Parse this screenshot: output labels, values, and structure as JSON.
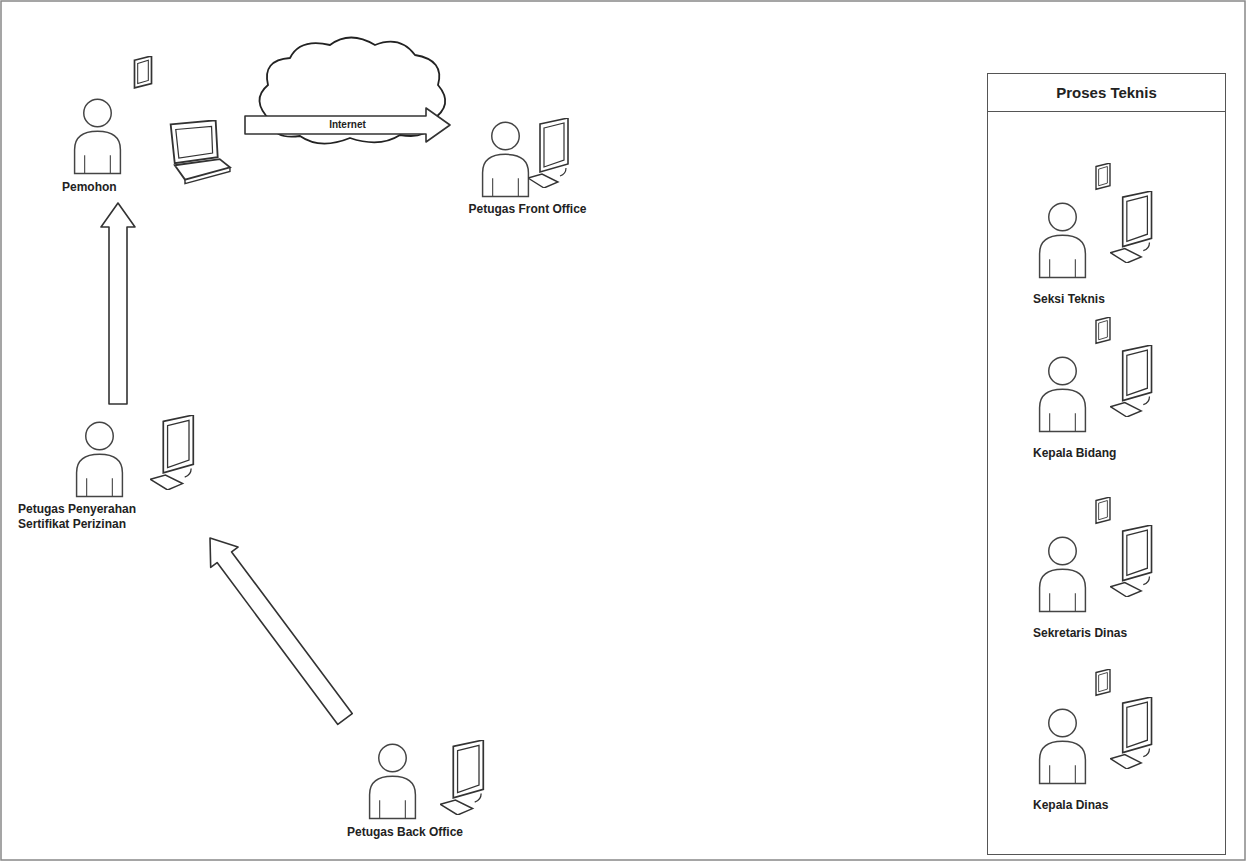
{
  "diagram": {
    "nodes": [
      {
        "text": [
          "Pemohon"
        ]
      },
      {
        "text": [
          "Petugas Front Office"
        ]
      },
      {
        "text": [
          "Petugas Penyerahan Sertifikat Perizinan"
        ]
      },
      {
        "text": [
          "Petugas Back Office"
        ]
      },
      {
        "text": [
          "Proses Teknis"
        ]
      },
      {
        "text": [
          "Seksi Teknis"
        ],
        "in": 4
      },
      {
        "text": [
          "Kepala Bidang"
        ],
        "in": 4
      },
      {
        "text": [
          "Sekretaris Dinas"
        ],
        "in": 4
      },
      {
        "text": [
          "Kepala Dinas"
        ],
        "in": 4
      }
    ],
    "edges": [
      {
        "from": 0,
        "to": 1,
        "arrow": "to",
        "label": "Internet"
      },
      {
        "from": 2,
        "to": 0,
        "arrow": "to"
      },
      {
        "from": 3,
        "to": 2,
        "arrow": "to"
      }
    ]
  }
}
